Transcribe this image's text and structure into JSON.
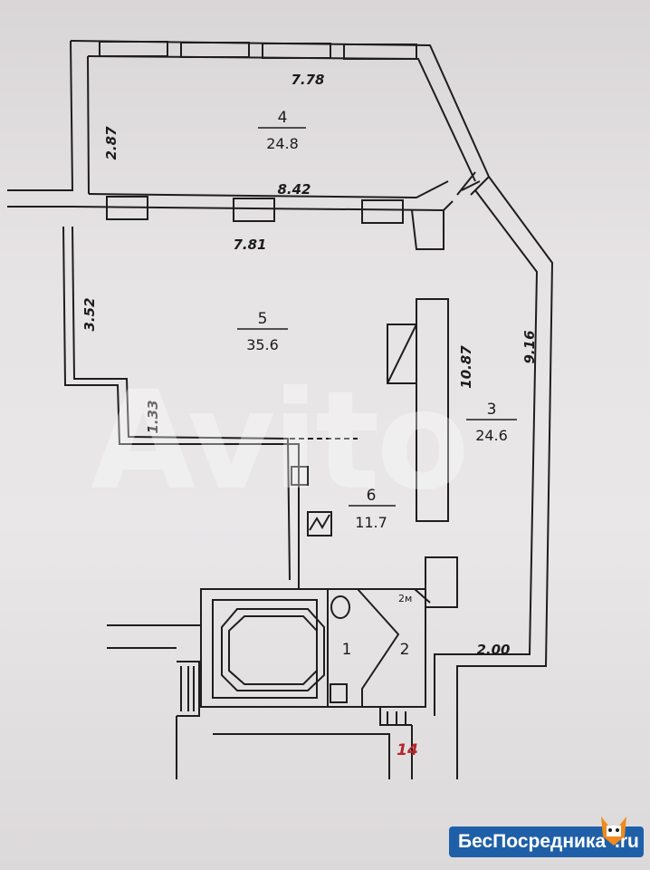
{
  "rooms": [
    {
      "number": "4",
      "area": "24.8"
    },
    {
      "number": "5",
      "area": "35.6"
    },
    {
      "number": "3",
      "area": "24.6"
    },
    {
      "number": "6",
      "area": "11.7"
    },
    {
      "number": "1"
    },
    {
      "number": "2"
    }
  ],
  "dimensions": {
    "top_width": "7.78",
    "room4_height": "2.87",
    "mid_wall": "8.42",
    "room5_width": "7.81",
    "room5_height": "3.52",
    "step": "1.33",
    "room3_inner": "10.87",
    "right_wall": "9.16",
    "bottom_right": "2.00",
    "small_label": "2м"
  },
  "entrance_number": "14",
  "watermark": "Avito",
  "brand": {
    "text": "БесПосредника",
    "suffix": ".ru"
  }
}
